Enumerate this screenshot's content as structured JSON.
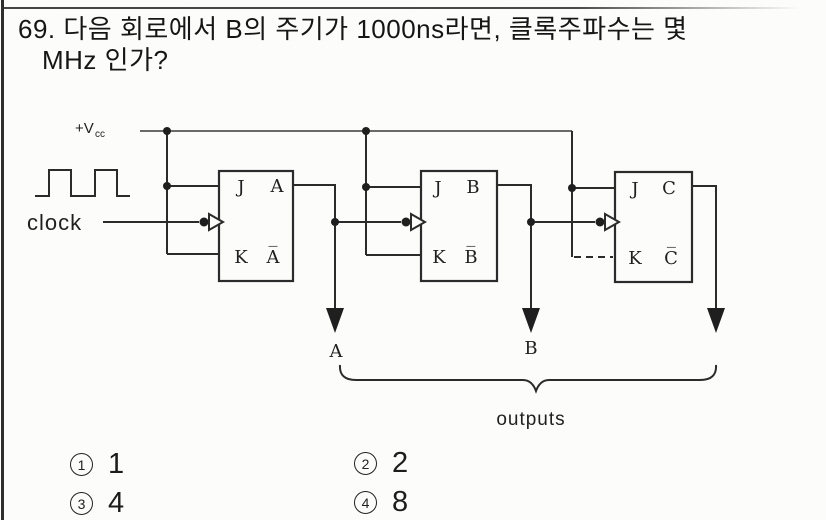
{
  "question": {
    "number": "69.",
    "line1": "다음 회로에서 B의 주기가 1000ns라면, 클록주파수는 몇",
    "line2": "MHz 인가?"
  },
  "circuit": {
    "vcc_prefix": "+V",
    "vcc_sub": "cc",
    "clock_label": "clock",
    "flipflops": [
      {
        "j": "J",
        "q": "A",
        "k": "K",
        "qbar": "A̅"
      },
      {
        "j": "J",
        "q": "B",
        "k": "K",
        "qbar": "B̅"
      },
      {
        "j": "J",
        "q": "C",
        "k": "K",
        "qbar": "C̅"
      }
    ],
    "output_labels": {
      "a": "A",
      "b": "B"
    },
    "outputs_brace_label": "outputs"
  },
  "options": [
    {
      "marker": "1",
      "value": "1"
    },
    {
      "marker": "2",
      "value": "2"
    },
    {
      "marker": "3",
      "value": "4"
    },
    {
      "marker": "4",
      "value": "8"
    }
  ],
  "colors": {
    "ink": "#1a1a1a",
    "wire": "#2b2b2b",
    "paper": "#fcfcfb"
  }
}
